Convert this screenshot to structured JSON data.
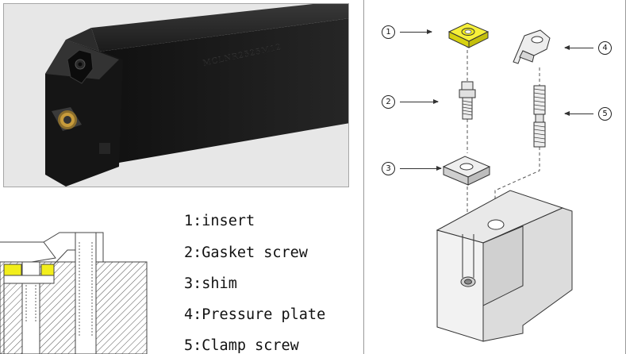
{
  "photo": {
    "engraving": "MCLNR2525M12"
  },
  "legend": [
    {
      "text": "1:insert"
    },
    {
      "text": "2:Gasket screw"
    },
    {
      "text": "3:shim"
    },
    {
      "text": "4:Pressure plate"
    },
    {
      "text": "5:Clamp screw"
    }
  ],
  "callouts": [
    {
      "number": "1"
    },
    {
      "number": "2"
    },
    {
      "number": "3"
    },
    {
      "number": "4"
    },
    {
      "number": "5"
    }
  ],
  "colors": {
    "insert_yellow": "#f2ee1c",
    "tool_black": "#1a1a1a",
    "panel_bg": "#e7e7e7",
    "line": "#444444"
  }
}
